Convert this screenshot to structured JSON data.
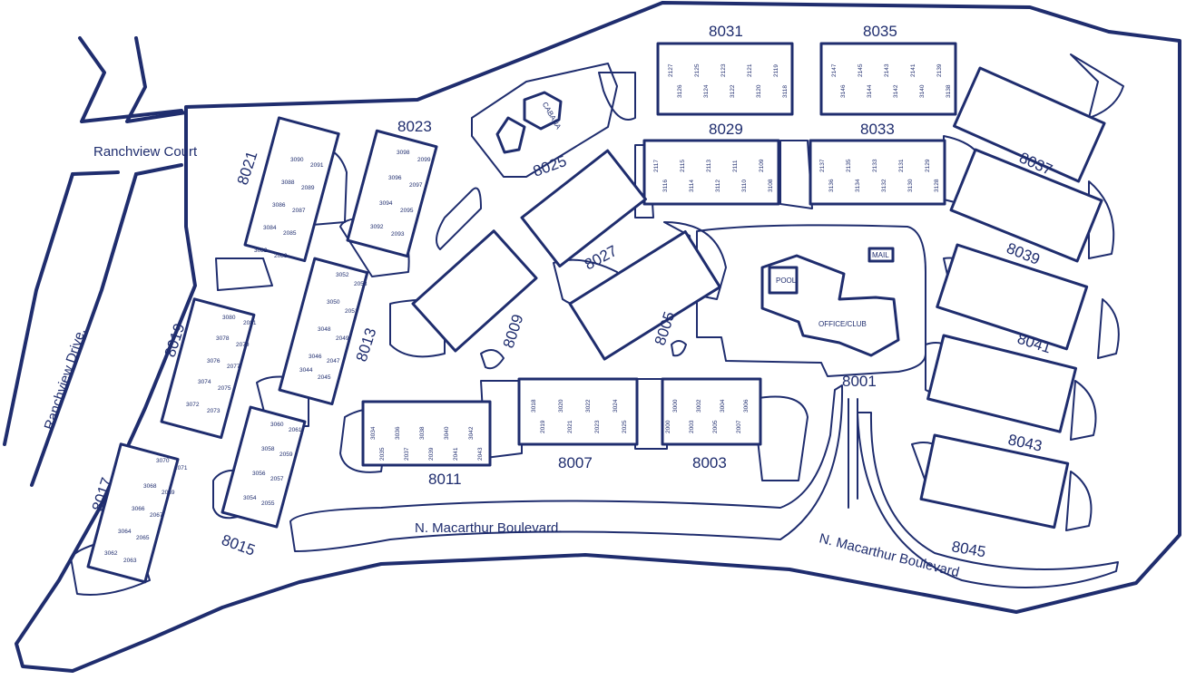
{
  "map": {
    "colors": {
      "ink": "#1f2d6e",
      "background": "#ffffff"
    },
    "roads": {
      "ranchview_court": "Ranchview Court",
      "ranchview_drive": "Ranchview Drive.",
      "macarthur_west": "N. Macarthur Boulevard.",
      "macarthur_east": "N. Macarthur Boulevard"
    },
    "amenities": {
      "pool": "POOL",
      "office": "OFFICE/CLUB",
      "mail": "MAIL",
      "cabana": "CABANA"
    },
    "buildings": {
      "b8001": "8001",
      "b8003": "8003",
      "b8005": "8005",
      "b8007": "8007",
      "b8009": "8009",
      "b8011": "8011",
      "b8013": "8013",
      "b8015": "8015",
      "b8017": "8017",
      "b8019": "8019",
      "b8021": "8021",
      "b8023": "8023",
      "b8025": "8025",
      "b8027": "8027",
      "b8029": "8029",
      "b8031": "8031",
      "b8033": "8033",
      "b8035": "8035",
      "b8037": "8037",
      "b8039": "8039",
      "b8041": "8041",
      "b8043": "8043",
      "b8045": "8045"
    },
    "units": {
      "u8031": [
        "2127",
        "2125",
        "2123",
        "2121",
        "2119",
        "3126",
        "3124",
        "3122",
        "3120",
        "3118"
      ],
      "u8035": [
        "2147",
        "2145",
        "2143",
        "2141",
        "2139",
        "3146",
        "3144",
        "3142",
        "3140",
        "3138"
      ],
      "u8029": [
        "2117",
        "2115",
        "2113",
        "2111",
        "2109",
        "3116",
        "3114",
        "3112",
        "3110",
        "3108"
      ],
      "u8033": [
        "2137",
        "2135",
        "2133",
        "2131",
        "2129",
        "3136",
        "3134",
        "3132",
        "3130",
        "3128"
      ],
      "u8003": [
        "3000",
        "3002",
        "3004",
        "3006",
        "2000",
        "2003",
        "2005",
        "2007"
      ],
      "u8007": [
        "3018",
        "3020",
        "3022",
        "3024",
        "2019",
        "2021",
        "2023",
        "2025"
      ],
      "u8011": [
        "3034",
        "3036",
        "3038",
        "3040",
        "3042",
        "2035",
        "2037",
        "2039",
        "2041",
        "2043"
      ],
      "u8013": [
        "3052",
        "3050",
        "3048",
        "3046",
        "3044",
        "2053",
        "2051",
        "2049",
        "2047",
        "2045"
      ],
      "u8019": [
        "3080",
        "3078",
        "3076",
        "3074",
        "3072",
        "2081",
        "2079",
        "2077",
        "2075",
        "2073"
      ],
      "u8021": [
        "3090",
        "3088",
        "3086",
        "3084",
        "3082",
        "2091",
        "2089",
        "2087",
        "2085",
        "2083"
      ],
      "u8023": [
        "3098",
        "3096",
        "3094",
        "3092",
        "2099",
        "2097",
        "2095",
        "2093"
      ],
      "u8015": [
        "3060",
        "3058",
        "3056",
        "3054",
        "2061",
        "2059",
        "2057",
        "2055"
      ],
      "u8017": [
        "3070",
        "3068",
        "3066",
        "3064",
        "3062",
        "2071",
        "2069",
        "2067",
        "2065",
        "2063"
      ]
    }
  }
}
